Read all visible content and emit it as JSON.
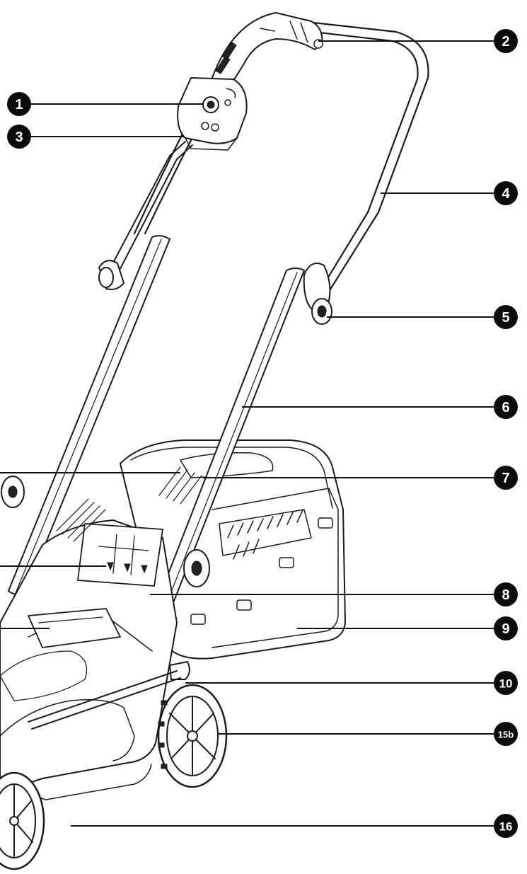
{
  "callouts": [
    {
      "id": "c1",
      "label": "1"
    },
    {
      "id": "c2",
      "label": "2"
    },
    {
      "id": "c3",
      "label": "3"
    },
    {
      "id": "c4",
      "label": "4"
    },
    {
      "id": "c5",
      "label": "5"
    },
    {
      "id": "c6",
      "label": "6"
    },
    {
      "id": "c7",
      "label": "7"
    },
    {
      "id": "c8",
      "label": "8"
    },
    {
      "id": "c9",
      "label": "9"
    },
    {
      "id": "c10",
      "label": "10"
    },
    {
      "id": "c15b",
      "label": "15b"
    },
    {
      "id": "c16",
      "label": "16"
    }
  ]
}
